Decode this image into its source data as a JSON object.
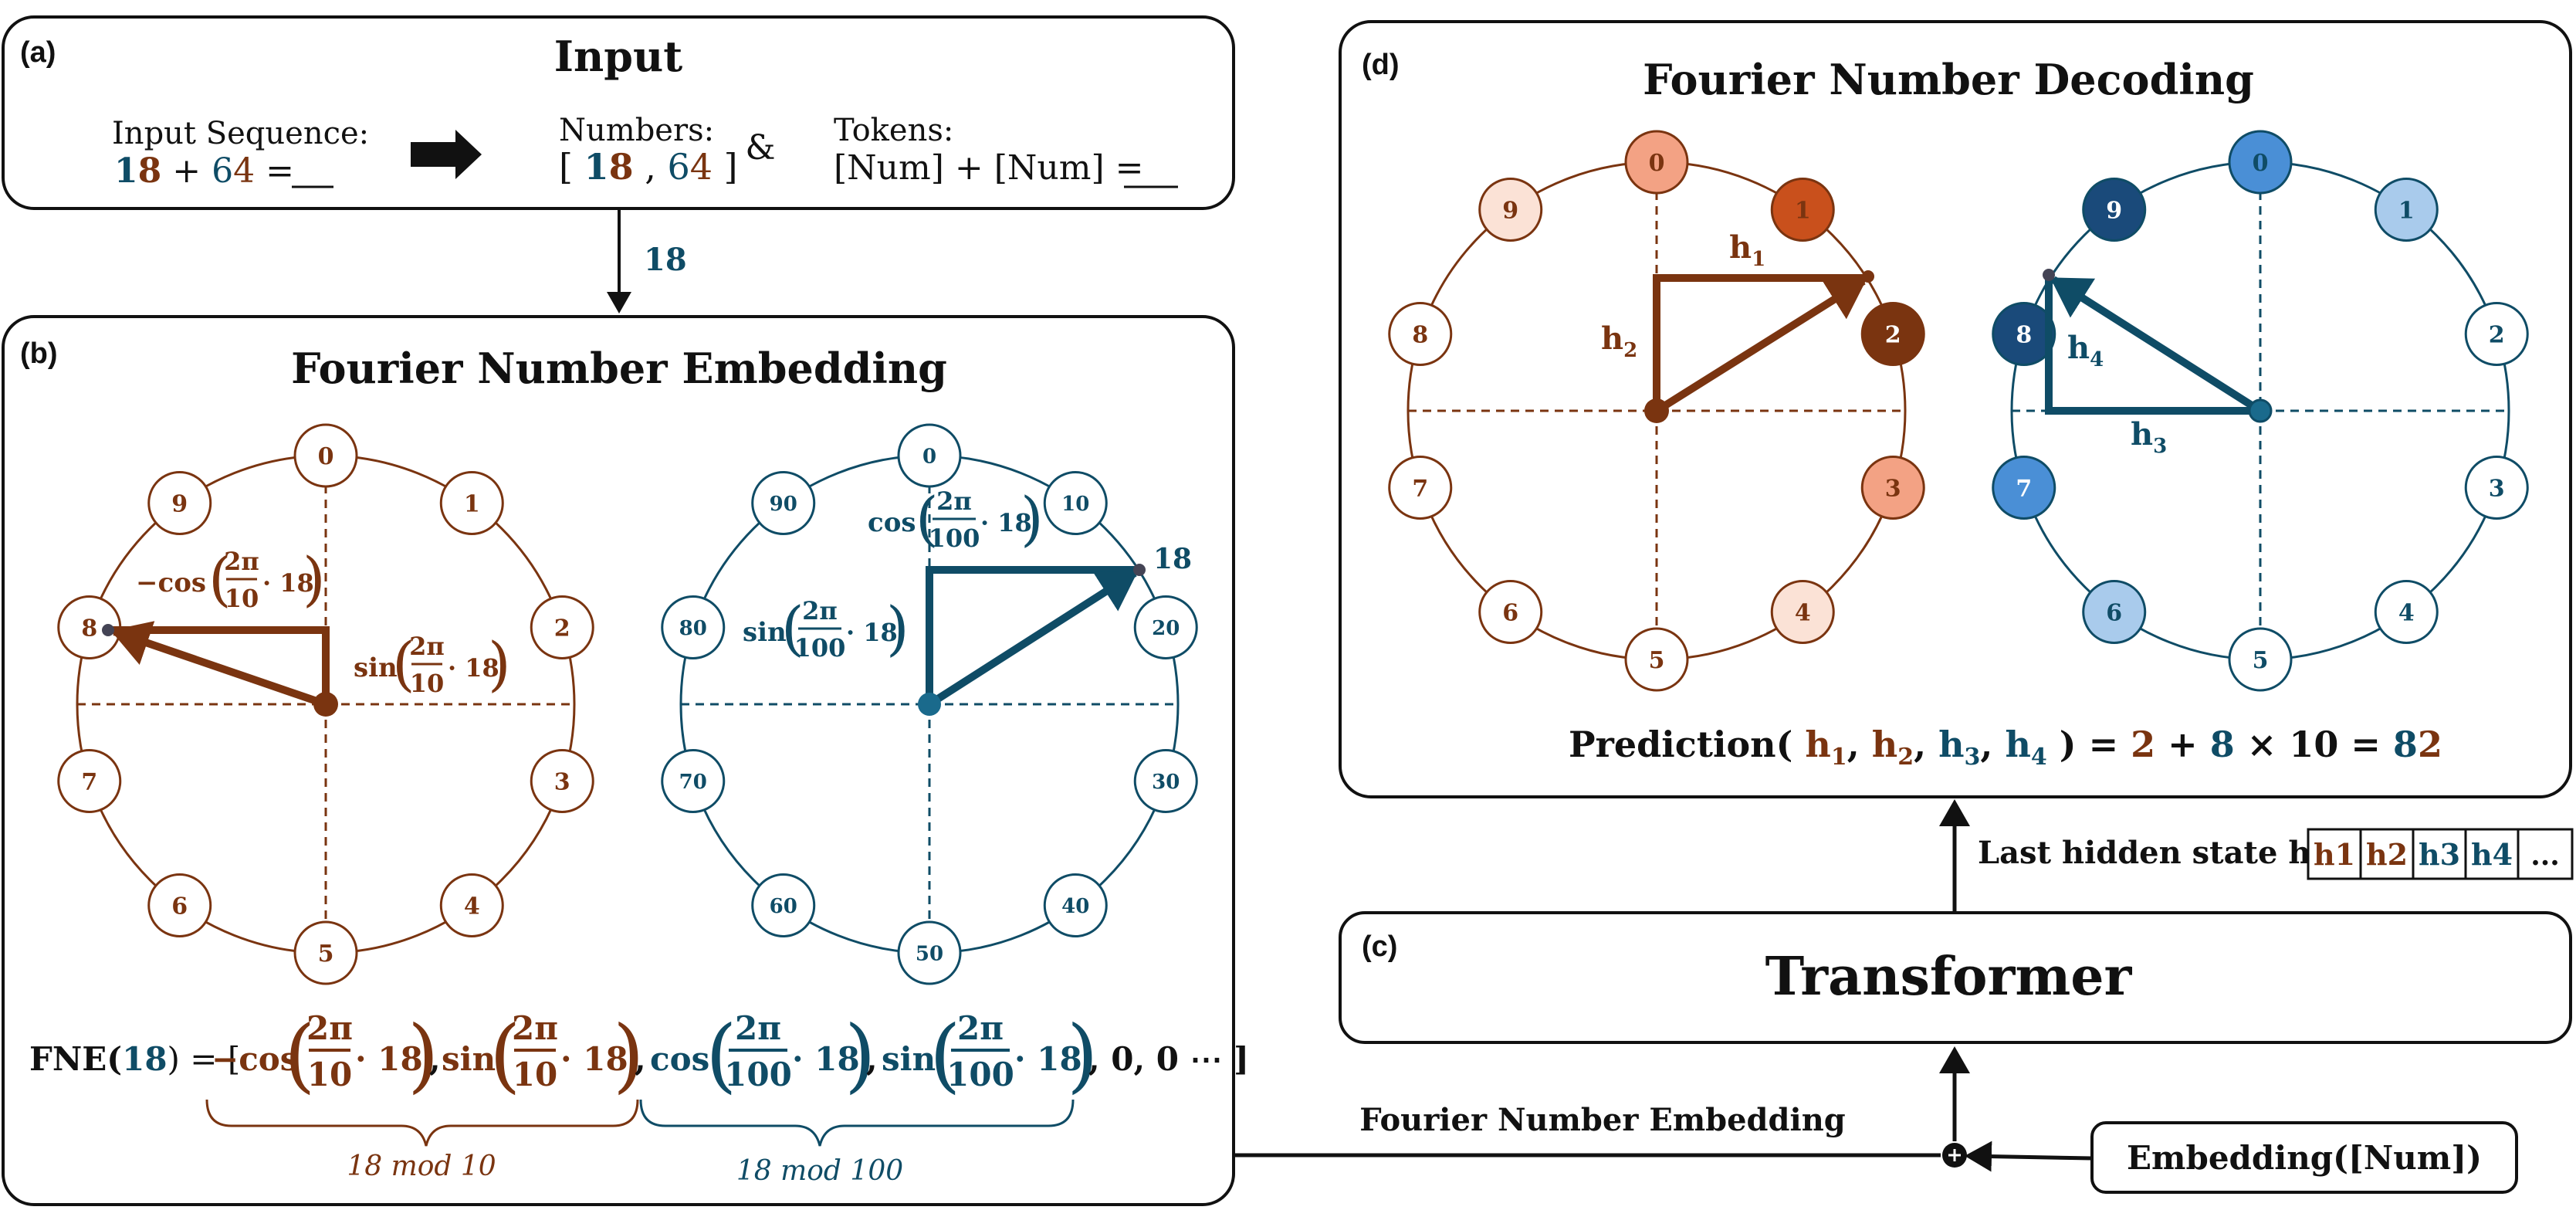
{
  "colors": {
    "brown": "#7a3410",
    "teal": "#0f4c66",
    "dark": "#1a1a1a",
    "peach_light": "#fbe2d6",
    "peach_mid": "#f3a284",
    "orange": "#c9501c",
    "blue_light": "#a9cbec",
    "blue_mid": "#4a8fd6",
    "navy": "#1a4a7a"
  },
  "panel_a": {
    "tag": "(a)",
    "title": "Input",
    "seq_label": "Input Sequence:",
    "seq_num1": "18",
    "seq_plus": "+",
    "seq_num2": "64",
    "seq_eq": "=",
    "numbers_label": "Numbers:",
    "numbers_open": "[",
    "numbers_v1": "18",
    "numbers_comma": ",",
    "numbers_v2": "64",
    "numbers_close": "]",
    "amp": "&",
    "tokens_label": "Tokens:",
    "tokens_expr": "[Num] + [Num] ="
  },
  "arrow_a_b_label": "18",
  "panel_b": {
    "tag": "(b)",
    "title": "Fourier Number Embedding",
    "circle1_labels": [
      "0",
      "1",
      "2",
      "3",
      "4",
      "5",
      "6",
      "7",
      "8",
      "9"
    ],
    "circle2_labels": [
      "0",
      "10",
      "20",
      "30",
      "40",
      "50",
      "60",
      "70",
      "80",
      "90"
    ],
    "c1_neg_cos": "−cos",
    "c1_sin": "sin",
    "frac_2pi": "2π",
    "frac_10": "10",
    "frac_100": "100",
    "times_18": "· 18",
    "c2_cos": "cos",
    "c2_sin": "sin",
    "point_label": "18",
    "fne_prefix": "FNE(",
    "fne_num": "18",
    "fne_eq": ") = [",
    "fne_neg_cos": "−cos",
    "fne_sin": "sin",
    "fne_cos": "cos",
    "fne_tail": ", 0, 0 ⋯ ]",
    "brace1_label": "18 mod 10",
    "brace2_label": "18 mod 100"
  },
  "panel_c": {
    "tag": "(c)",
    "title": "Transformer",
    "fne_arrow_label": "Fourier Number Embedding",
    "embedding_label": "Embedding([Num])",
    "hidden_label": "Last hidden state h:",
    "hidden_cells": [
      "h1",
      "h2",
      "h3",
      "h4",
      "..."
    ]
  },
  "panel_d": {
    "tag": "(d)",
    "title": "Fourier Number Decoding",
    "circle1_labels": [
      "0",
      "1",
      "2",
      "3",
      "4",
      "5",
      "6",
      "7",
      "8",
      "9"
    ],
    "circle2_labels": [
      "0",
      "1",
      "2",
      "3",
      "4",
      "5",
      "6",
      "7",
      "8",
      "9"
    ],
    "h1": "h1",
    "h2": "h2",
    "h3": "h3",
    "h4": "h4",
    "prediction_prefix": "Prediction(",
    "prediction_args": [
      "h1",
      "h2",
      "h3",
      "h4"
    ],
    "prediction_suffix": ") =",
    "prediction_d1": "2",
    "prediction_plus": "+",
    "prediction_d2": "8",
    "prediction_times": "× 10 =",
    "prediction_r1": "8",
    "prediction_r2": "2"
  }
}
